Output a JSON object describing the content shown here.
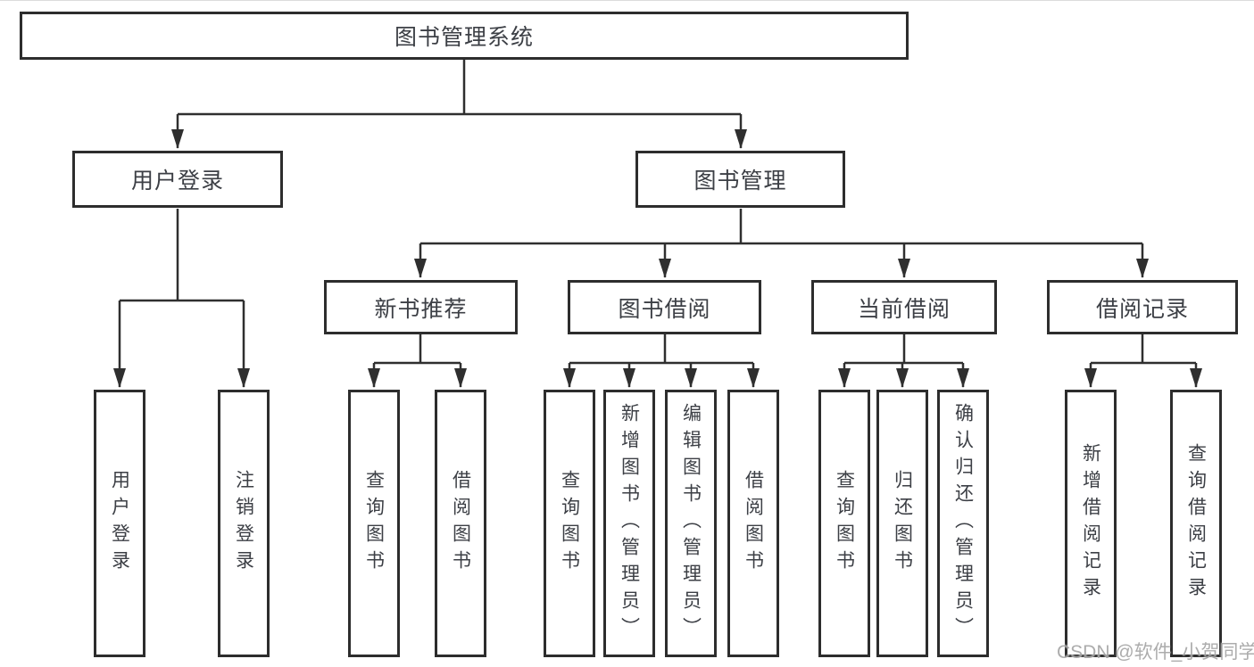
{
  "diagram": {
    "root": {
      "label": "图书管理系统"
    },
    "level2": [
      {
        "label": "用户登录",
        "parent": "图书管理系统"
      },
      {
        "label": "图书管理",
        "parent": "图书管理系统"
      }
    ],
    "level3": [
      {
        "label": "新书推荐",
        "parent": "图书管理"
      },
      {
        "label": "图书借阅",
        "parent": "图书管理"
      },
      {
        "label": "当前借阅",
        "parent": "图书管理"
      },
      {
        "label": "借阅记录",
        "parent": "图书管理"
      }
    ],
    "leaves": [
      {
        "label": "用户登录",
        "parent": "用户登录"
      },
      {
        "label": "注销登录",
        "parent": "用户登录"
      },
      {
        "label": "查询图书",
        "parent": "新书推荐"
      },
      {
        "label": "借阅图书",
        "parent": "新书推荐"
      },
      {
        "label": "查询图书",
        "parent": "图书借阅"
      },
      {
        "label": "新增图书（管理员）",
        "parent": "图书借阅"
      },
      {
        "label": "编辑图书（管理员）",
        "parent": "图书借阅"
      },
      {
        "label": "借阅图书",
        "parent": "图书借阅"
      },
      {
        "label": "查询图书",
        "parent": "当前借阅"
      },
      {
        "label": "归还图书",
        "parent": "当前借阅"
      },
      {
        "label": "确认归还（管理员）",
        "parent": "当前借阅"
      },
      {
        "label": "新增借阅记录",
        "parent": "借阅记录"
      },
      {
        "label": "查询借阅记录",
        "parent": "借阅记录"
      }
    ],
    "colors": {
      "line": "#2f2f2f",
      "box_border": "#2d2d2d",
      "text": "#3c3f45",
      "background": "#ffffff",
      "watermark": "#a6a6a6"
    }
  },
  "watermark": {
    "text": "CSDN @软件_小贺同学"
  }
}
